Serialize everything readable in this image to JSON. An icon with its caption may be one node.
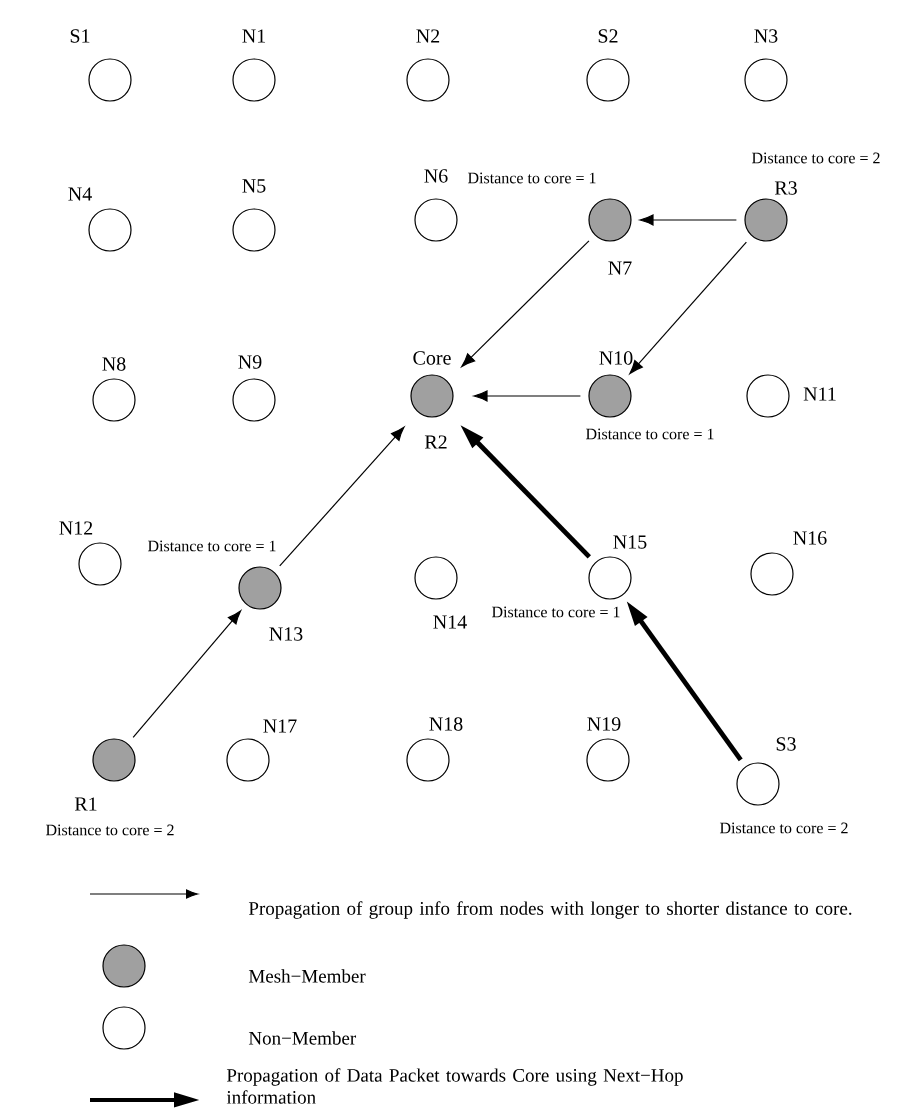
{
  "diagram": {
    "nodes": [
      {
        "text": [
          "S1"
        ]
      },
      {
        "text": [
          "N1"
        ]
      },
      {
        "text": [
          "N2"
        ]
      },
      {
        "text": [
          "S2"
        ]
      },
      {
        "text": [
          "N3"
        ]
      },
      {
        "text": [
          "N4"
        ]
      },
      {
        "text": [
          "N5"
        ]
      },
      {
        "text": [
          "N6"
        ]
      },
      {
        "text": [
          "N7"
        ],
        "beside": [
          "Distance to core = 1"
        ]
      },
      {
        "text": [
          "R3"
        ],
        "beside": [
          "Distance to core = 2"
        ]
      },
      {
        "text": [
          "N8"
        ]
      },
      {
        "text": [
          "N9"
        ]
      },
      {
        "text": [
          "Core",
          "R2"
        ]
      },
      {
        "text": [
          "N10"
        ],
        "beside": [
          "Distance to core = 1"
        ]
      },
      {
        "text": [
          "N11"
        ]
      },
      {
        "text": [
          "N12"
        ]
      },
      {
        "text": [
          "N13"
        ],
        "beside": [
          "Distance to core = 1"
        ]
      },
      {
        "text": [
          "N14"
        ]
      },
      {
        "text": [
          "N15"
        ],
        "beside": [
          "Distance to core = 1"
        ]
      },
      {
        "text": [
          "N16"
        ]
      },
      {
        "text": [
          "R1"
        ],
        "beside": [
          "Distance to core = 2"
        ]
      },
      {
        "text": [
          "N17"
        ]
      },
      {
        "text": [
          "N18"
        ]
      },
      {
        "text": [
          "N19"
        ]
      },
      {
        "text": [
          "S3"
        ],
        "beside": [
          "Distance to core = 2"
        ]
      }
    ],
    "edges": [
      {
        "from": 9,
        "to": 8,
        "arrow": "to"
      },
      {
        "from": 9,
        "to": 13,
        "arrow": "to"
      },
      {
        "from": 8,
        "to": 12,
        "arrow": "to"
      },
      {
        "from": 13,
        "to": 12,
        "arrow": "to"
      },
      {
        "from": 16,
        "to": 12,
        "arrow": "to"
      },
      {
        "from": 20,
        "to": 16,
        "arrow": "to"
      },
      {
        "from": 18,
        "to": 12,
        "arrow": "to",
        "style": "thick"
      },
      {
        "from": 24,
        "to": 18,
        "arrow": "to",
        "style": "thick"
      }
    ],
    "legend": [
      {
        "text": "Propagation of group info from nodes with longer to shorter distance to core."
      },
      {
        "text": "Mesh−Member",
        "color": "#a0a0a0"
      },
      {
        "text": "Non−Member"
      },
      {
        "text": "Propagation of Data Packet towards Core using Next−Hop information"
      }
    ]
  }
}
